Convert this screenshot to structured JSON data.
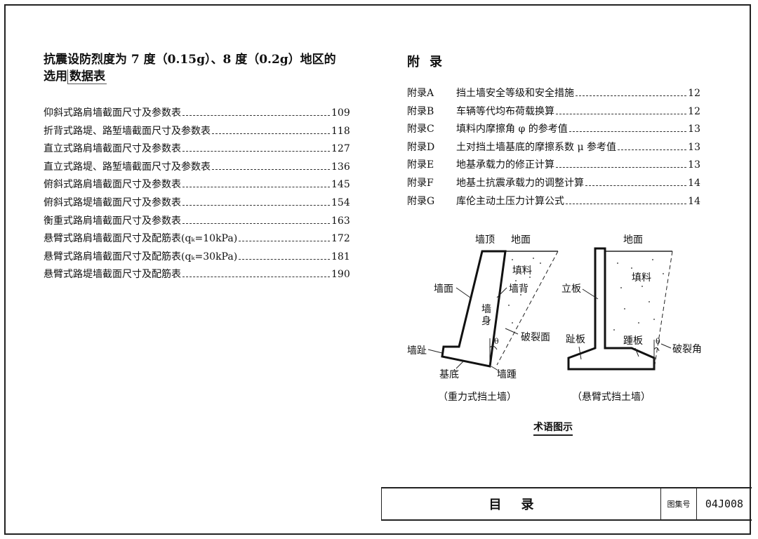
{
  "left_section": {
    "title_line1": "抗震设防烈度为 7 度（0.15g）、8 度（0.2g）地区的",
    "title_line2_prefix": "选用",
    "title_line2_boxed": "数据表",
    "entries": [
      {
        "label": "仰斜式路肩墙截面尺寸及参数表",
        "page": "109"
      },
      {
        "label": "折背式路堤、路堑墙截面尺寸及参数表",
        "page": "118"
      },
      {
        "label": "直立式路肩墙截面尺寸及参数表",
        "page": "127"
      },
      {
        "label": "直立式路堤、路堑墙截面尺寸及参数表",
        "page": "136"
      },
      {
        "label": "俯斜式路肩墙截面尺寸及参数表",
        "page": "145"
      },
      {
        "label": "俯斜式路堤墙截面尺寸及参数表",
        "page": "154"
      },
      {
        "label": "衡重式路肩墙截面尺寸及参数表",
        "page": "163"
      },
      {
        "label": "悬臂式路肩墙截面尺寸及配筋表(qₖ=10kPa)",
        "page": "172"
      },
      {
        "label": "悬臂式路肩墙截面尺寸及配筋表(qₖ=30kPa)",
        "page": "181"
      },
      {
        "label": "悬臂式路堤墙截面尺寸及配筋表",
        "page": "190"
      }
    ]
  },
  "appendix": {
    "title": "附录",
    "entries": [
      {
        "key": "附录A",
        "label": "挡土墙安全等级和安全措施",
        "page": "12"
      },
      {
        "key": "附录B",
        "label": "车辆等代均布荷载换算",
        "page": "12"
      },
      {
        "key": "附录C",
        "label": "填料内摩擦角 φ 的参考值",
        "page": "13"
      },
      {
        "key": "附录D",
        "label": "土对挡土墙基底的摩擦系数 μ 参考值",
        "page": "13"
      },
      {
        "key": "附录E",
        "label": "地基承载力的修正计算",
        "page": "13"
      },
      {
        "key": "附录F",
        "label": "地基土抗震承载力的调整计算",
        "page": "14"
      },
      {
        "key": "附录G",
        "label": "库伦主动土压力计算公式",
        "page": "14"
      }
    ]
  },
  "diagram": {
    "gravity": {
      "wall_top": "墙顶",
      "ground": "地面",
      "fill": "填料",
      "wall_face": "墙面",
      "wall_back": "墙背",
      "wall_body_1": "墙",
      "wall_body_2": "身",
      "failure_plane": "破裂面",
      "theta": "θ",
      "toe": "墙趾",
      "base": "基底",
      "heel": "墙踵",
      "caption": "（重力式挡土墙）"
    },
    "cantilever": {
      "ground": "地面",
      "fill": "填料",
      "stem": "立板",
      "toe_slab": "趾板",
      "heel_slab": "踵板",
      "theta": "θ",
      "failure_angle": "破裂角",
      "caption": "（悬臂式挡土墙）"
    },
    "caption": "术语图示"
  },
  "title_block": {
    "main": "目录",
    "label": "图集号",
    "code": "04J008"
  }
}
